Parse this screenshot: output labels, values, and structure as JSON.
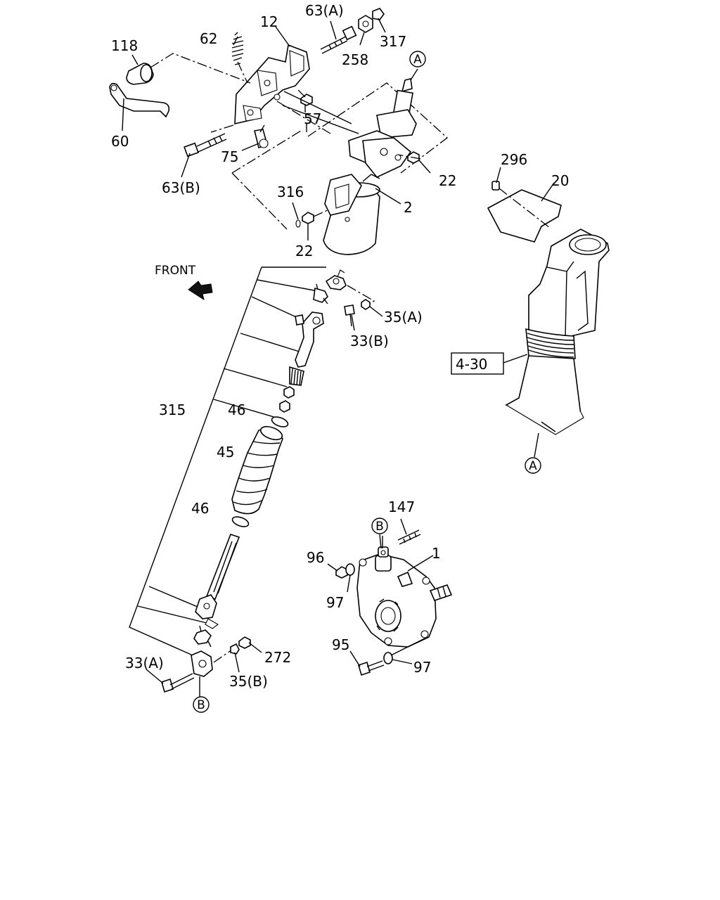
{
  "labels": {
    "p118": "118",
    "p62": "62",
    "p12": "12",
    "p63a": "63(A)",
    "p258": "258",
    "p317": "317",
    "p60": "60",
    "p75": "75",
    "p57": "57",
    "p63b": "63(B)",
    "p316": "316",
    "p22_top": "22",
    "p22_bottom": "22",
    "p2": "2",
    "p296": "296",
    "p20": "20",
    "p430": "4-30",
    "front": "FRONT",
    "p35a": "35(A)",
    "p33b": "33(B)",
    "p315": "315",
    "p46_top": "46",
    "p45": "45",
    "p46_bottom": "46",
    "p147": "147",
    "p1": "1",
    "p96": "96",
    "p97_top": "97",
    "p95": "95",
    "p97_bottom": "97",
    "p33a": "33(A)",
    "p35b": "35(B)",
    "p272": "272"
  },
  "callouts": {
    "a_top": "A",
    "a_right": "A",
    "b_gear": "B",
    "b_bottom": "B"
  }
}
